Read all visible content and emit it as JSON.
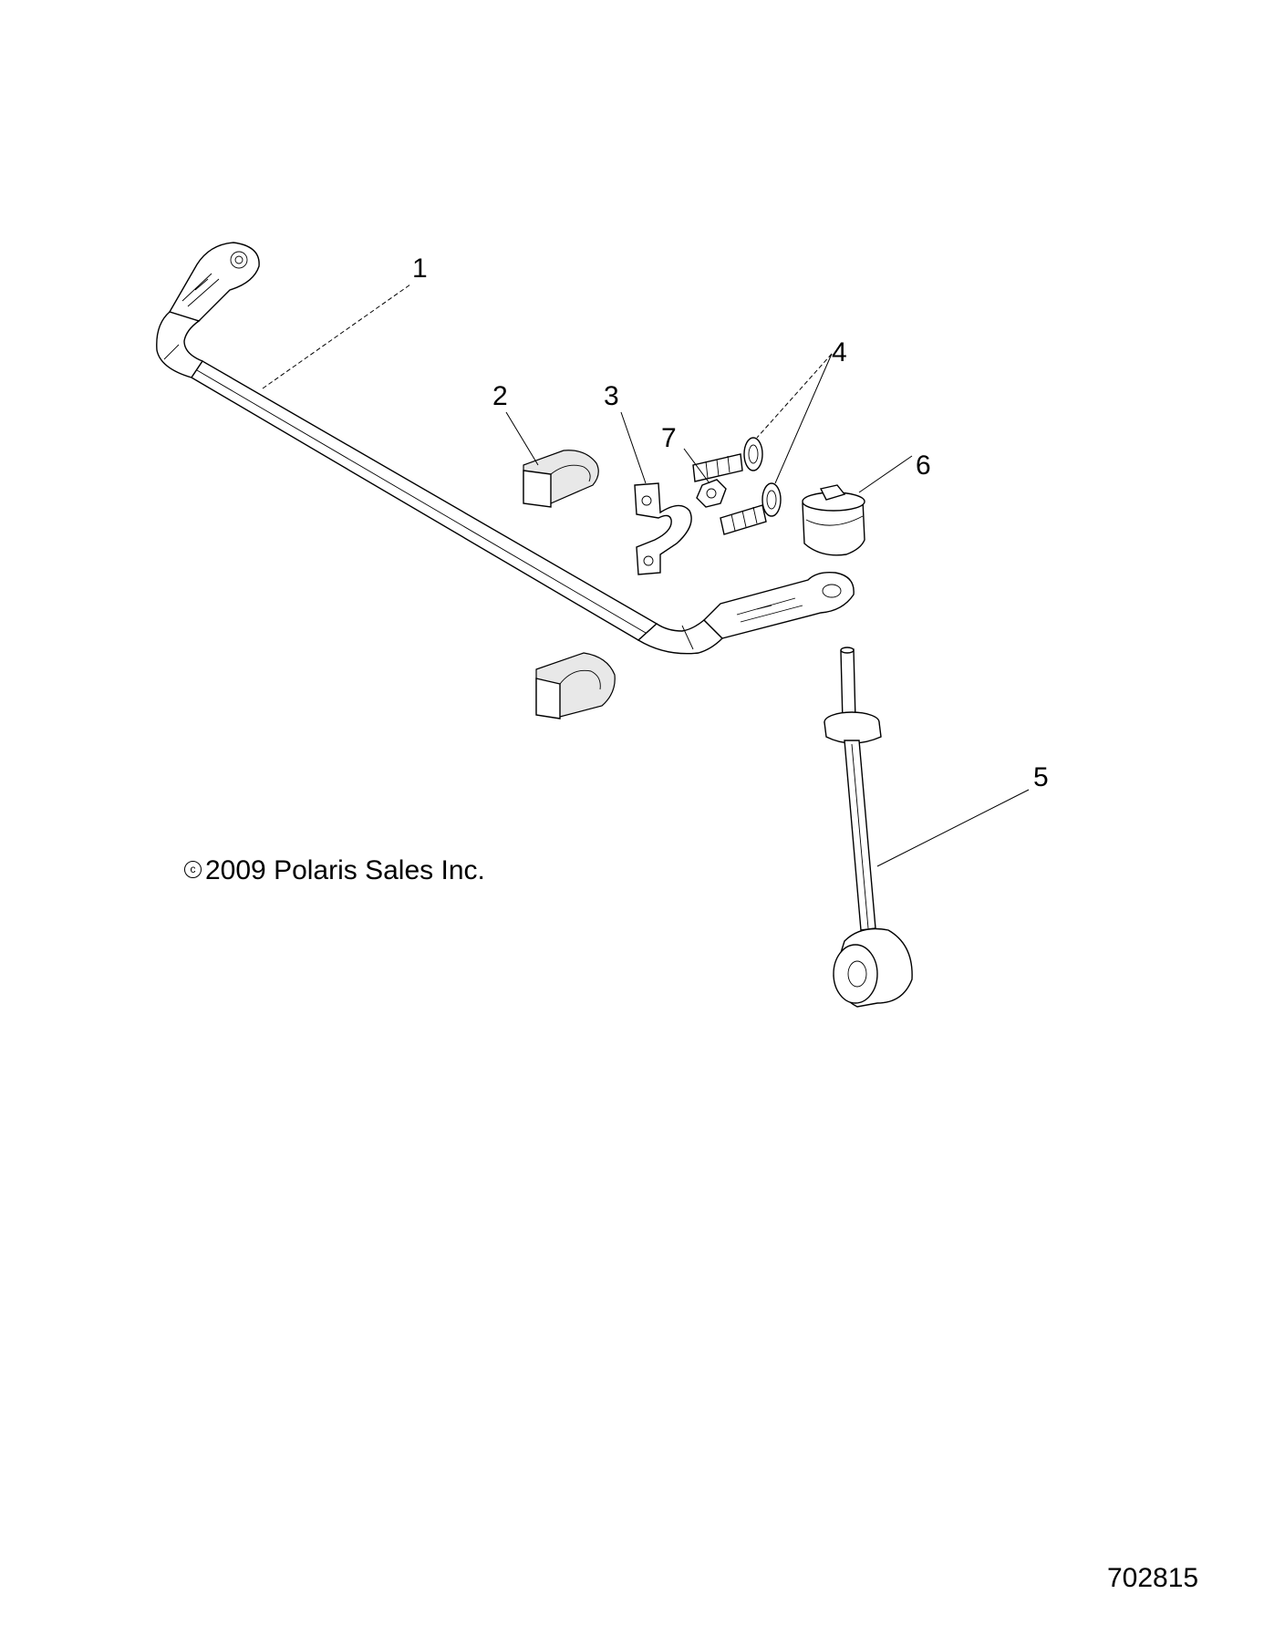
{
  "callouts": [
    {
      "id": "1",
      "label": "1"
    },
    {
      "id": "2",
      "label": "2"
    },
    {
      "id": "3",
      "label": "3"
    },
    {
      "id": "4",
      "label": "4"
    },
    {
      "id": "5",
      "label": "5"
    },
    {
      "id": "6",
      "label": "6"
    },
    {
      "id": "7",
      "label": "7"
    }
  ],
  "copyright": {
    "symbol": "c",
    "text": "2009 Polaris Sales Inc."
  },
  "figure_number": "702815"
}
